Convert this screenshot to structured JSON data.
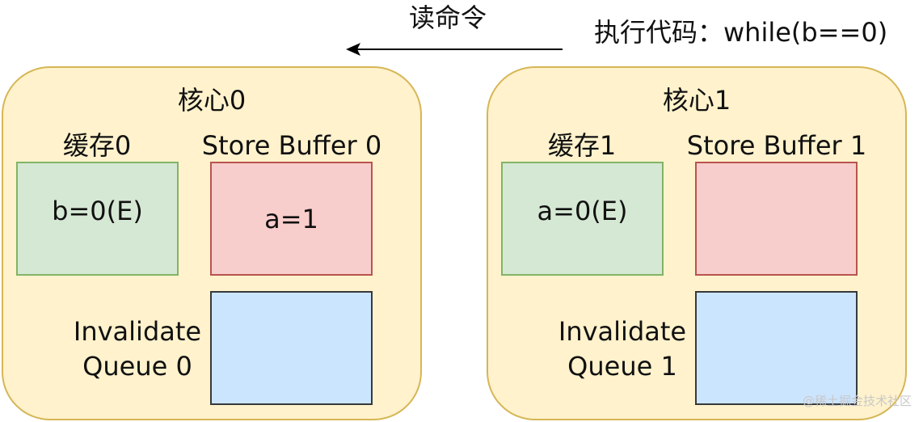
{
  "top": {
    "read_command": "读命令",
    "exec_code": "执行代码：while(b==0)"
  },
  "core0": {
    "title": "核心0",
    "cache_label": "缓存0",
    "cache_value": "b=0(E)",
    "store_buffer_label": "Store Buffer 0",
    "store_buffer_value": "a=1",
    "invalidate_line1": "Invalidate",
    "invalidate_line2": "Queue 0"
  },
  "core1": {
    "title": "核心1",
    "cache_label": "缓存1",
    "cache_value": "a=0(E)",
    "store_buffer_label": "Store Buffer 1",
    "invalidate_line1": "Invalidate",
    "invalidate_line2": "Queue 1"
  },
  "watermark": "@稀土掘金技术社区",
  "colors": {
    "core_fill": "#fff2cc",
    "core_stroke": "#d6b656",
    "cache_fill": "#d5e8d4",
    "cache_stroke": "#82b366",
    "store_buffer_fill": "#f8cecc",
    "store_buffer_stroke": "#b85450",
    "invalidate_queue_fill": "#cce5ff",
    "invalidate_queue_stroke": "#36393d"
  }
}
